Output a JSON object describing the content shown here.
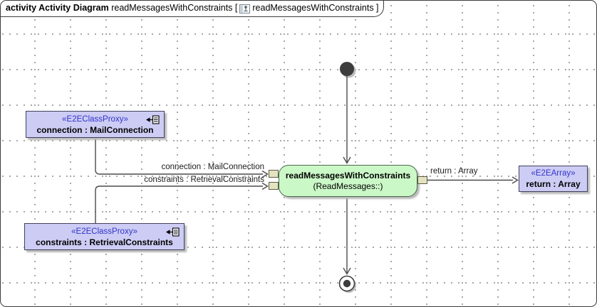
{
  "header": {
    "diagram_kind": "activity Activity Diagram",
    "diagram_name": " readMessagesWithConstraints [",
    "context_name": "readMessagesWithConstraints ]",
    "icon": "activity-diagram-icon"
  },
  "nodes": {
    "connection_proxy": {
      "stereotype": "«E2EClassProxy»",
      "name": "connection : MailConnection",
      "icon": "proxy-link-icon"
    },
    "constraints_proxy": {
      "stereotype": "«E2EClassProxy»",
      "name": "constraints : RetrievalConstraints",
      "icon": "proxy-link-icon"
    },
    "action": {
      "name": "readMessagesWithConstraints",
      "qualifier": "(ReadMessages::)"
    },
    "return_array": {
      "stereotype": "«E2EArray»",
      "name": "return : Array"
    },
    "initial": "initial-node",
    "final": "activity-final-node"
  },
  "edges": {
    "connection": {
      "label": "connection : MailConnection"
    },
    "constraints": {
      "label": "constraints : RetrievalConstraints"
    },
    "return_edge": {
      "label": "return : Array"
    }
  },
  "colors": {
    "proxy_fill": "#ccccf4",
    "proxy_border": "#41415e",
    "stereotype_text": "#3333cc",
    "action_fill": "#cbf8c7",
    "action_border": "#4d6b50",
    "pin_fill": "#e4e3c0",
    "edge_stroke": "#4b4b4b",
    "grid_dot": "#8f8f8f",
    "shadow": "#b9b9b9"
  }
}
